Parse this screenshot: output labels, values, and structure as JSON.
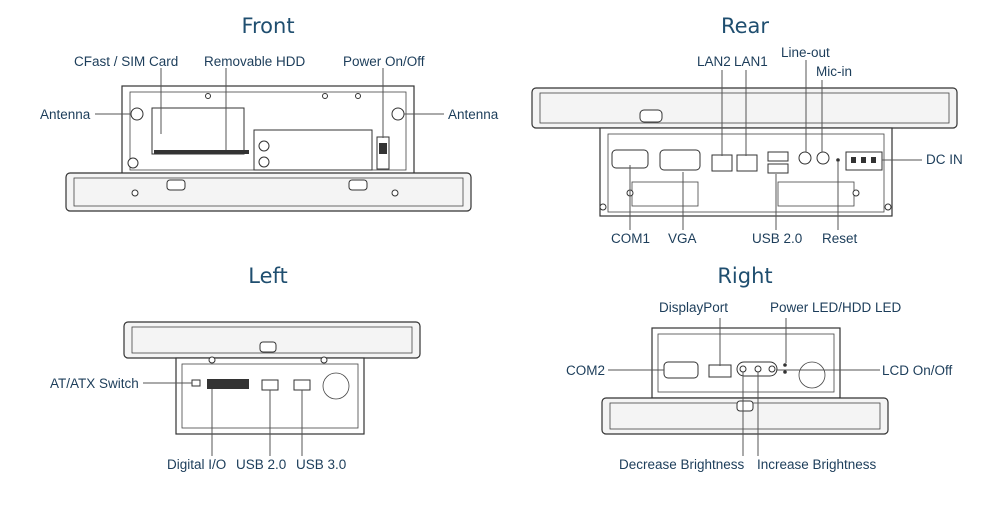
{
  "views": {
    "front": {
      "title": "Front"
    },
    "rear": {
      "title": "Rear"
    },
    "left": {
      "title": "Left"
    },
    "right": {
      "title": "Right"
    }
  },
  "labels": {
    "front": {
      "cfast_sim": "CFast / SIM Card",
      "removable_hdd": "Removable HDD",
      "power": "Power On/Off",
      "antenna_left": "Antenna",
      "antenna_right": "Antenna"
    },
    "rear": {
      "lan2": "LAN2",
      "lan1": "LAN1",
      "line_out": "Line-out",
      "mic_in": "Mic-in",
      "dc_in": "DC IN",
      "com1": "COM1",
      "vga": "VGA",
      "usb20": "USB 2.0",
      "reset": "Reset"
    },
    "left": {
      "at_atx": "AT/ATX Switch",
      "digital_io": "Digital I/O",
      "usb20": "USB 2.0",
      "usb30": "USB 3.0"
    },
    "right": {
      "displayport": "DisplayPort",
      "power_led": "Power LED/HDD LED",
      "com2": "COM2",
      "lcd_onoff": "LCD On/Off",
      "decrease": "Decrease Brightness",
      "increase": "Increase Brightness"
    }
  }
}
